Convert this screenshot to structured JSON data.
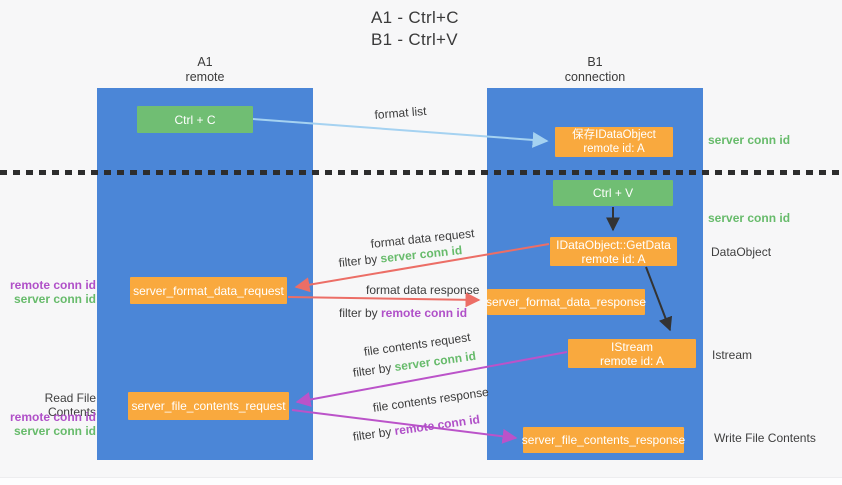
{
  "title": {
    "line1": "A1 - Ctrl+C",
    "line2": "B1 - Ctrl+V"
  },
  "columns": {
    "left": {
      "name": "A1",
      "subtitle": "remote"
    },
    "right": {
      "name": "B1",
      "subtitle": "connection"
    }
  },
  "nodes": {
    "ctrl_c": "Ctrl + C",
    "ctrl_v": "Ctrl + V",
    "save_idataobject": {
      "line1": "保存IDataObject",
      "line2": "remote id: A"
    },
    "getdata": {
      "line1": "IDataObject::GetData",
      "line2": "remote id: A"
    },
    "istream": {
      "line1": "IStream",
      "line2": "remote id: A"
    },
    "format_request": "server_format_data_request",
    "format_response": "server_format_data_response",
    "file_request": "server_file_contents_request",
    "file_response": "server_file_contents_response"
  },
  "edge_labels": {
    "format_list": "format list",
    "format_data_request": "format data request",
    "format_data_response": "format data response",
    "file_contents_request": "file contents request",
    "file_contents_response": "file contents response",
    "filter_by": "filter by ",
    "server_conn_id": "server conn id",
    "remote_conn_id": "remote conn id"
  },
  "side_labels": {
    "server_conn_id": "server conn id",
    "remote_conn_id": "remote conn id",
    "dataobject": "DataObject",
    "istream": "Istream",
    "read_file_contents": "Read File Contents",
    "write_file_contents": "Write File Contents"
  },
  "colors": {
    "column_blue": "#4b86d7",
    "node_green": "#70be73",
    "node_orange": "#f9a93e",
    "arrow_red": "#ec6e66",
    "arrow_purple": "#bb53c9",
    "arrow_light_blue": "#a5d2f1",
    "arrow_black": "#333333",
    "text_green": "#67bb6b",
    "text_purple": "#b050c8"
  }
}
